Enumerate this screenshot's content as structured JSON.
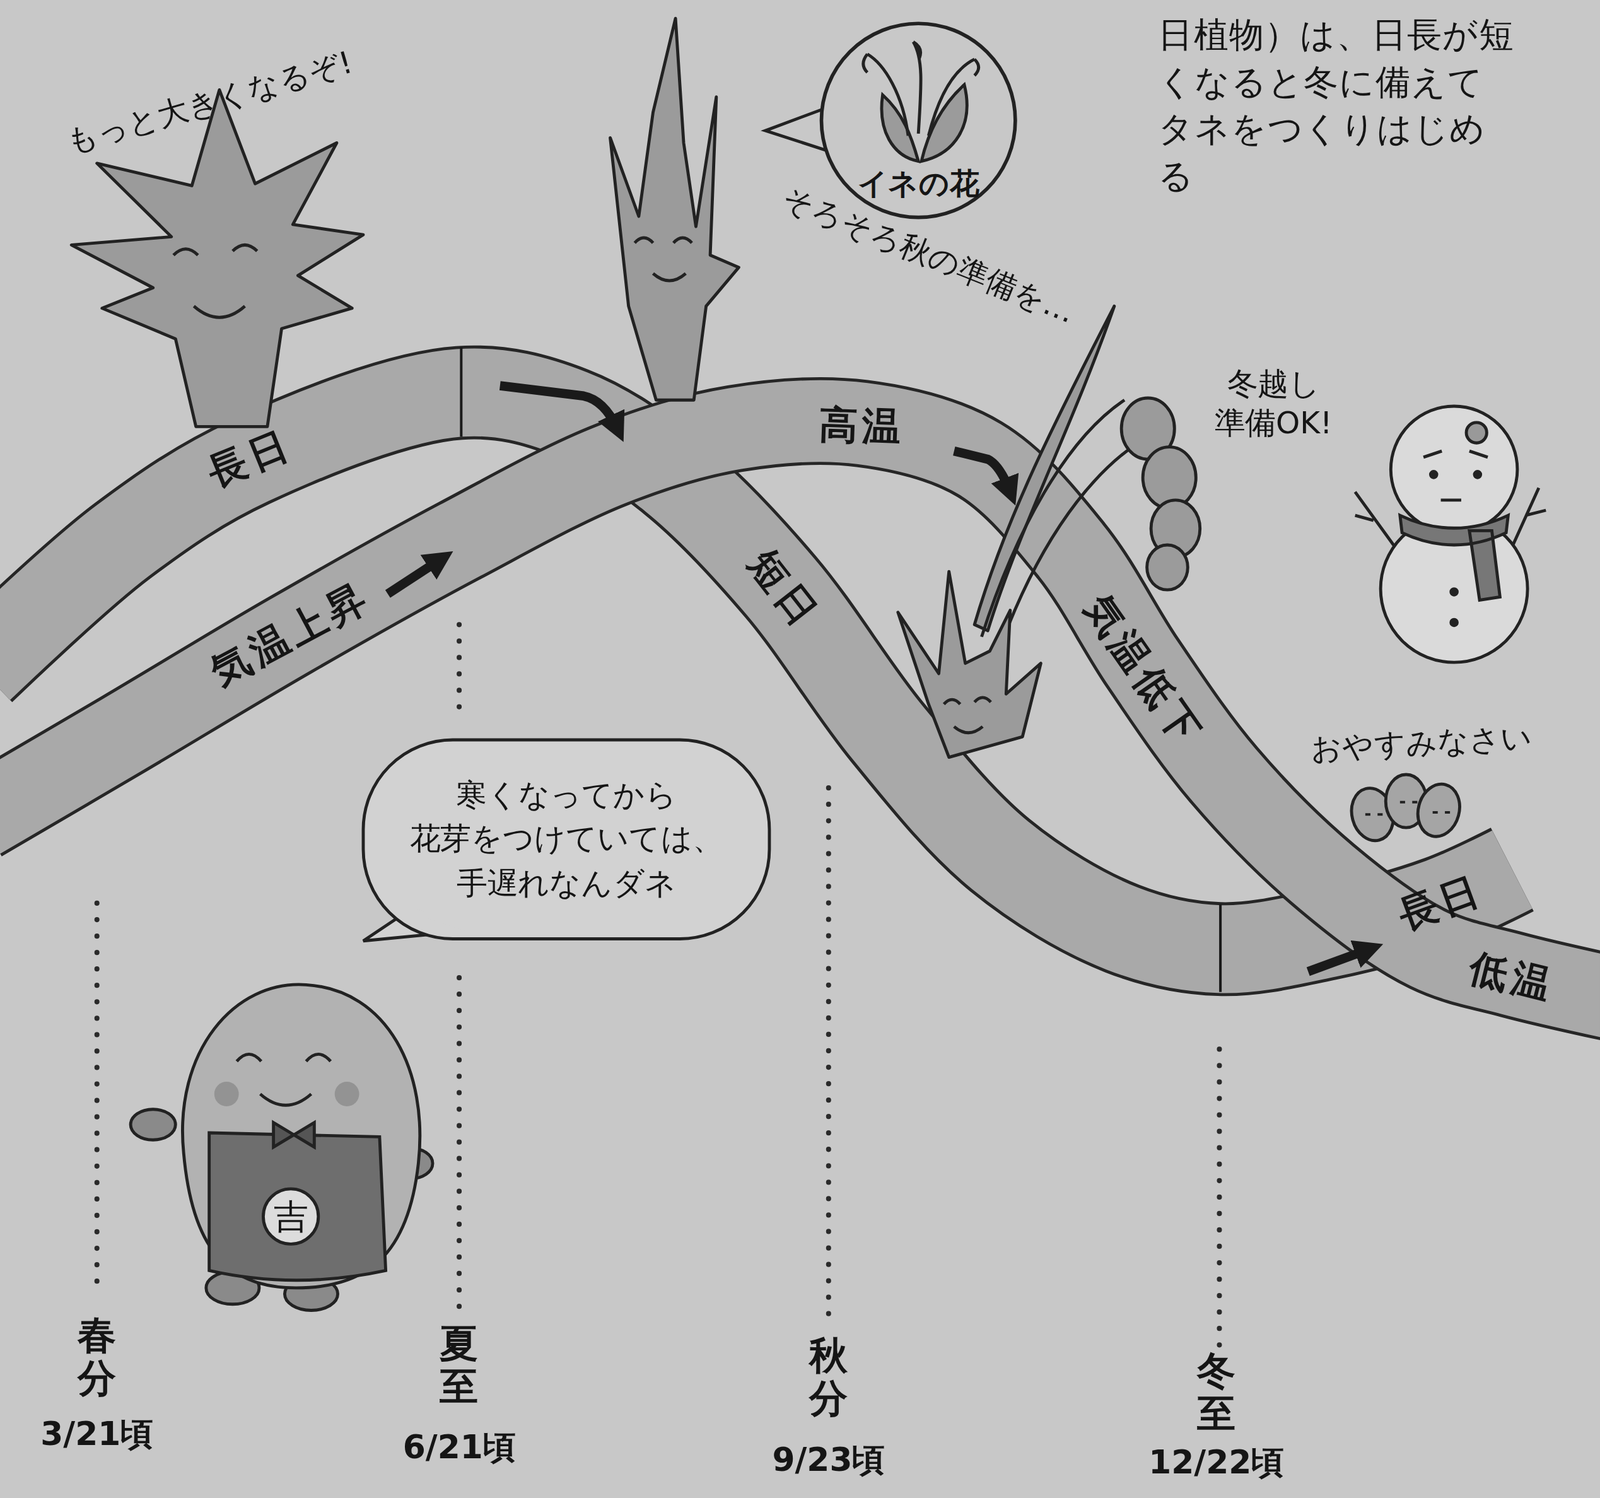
{
  "diagram": {
    "nodes": [
      {
        "text": [
          "長日",
          "短日",
          "長日"
        ]
      },
      {
        "text": [
          "気温上昇",
          "高温",
          "気温低下",
          "低温"
        ]
      },
      {
        "text": [
          "イネの花"
        ]
      },
      {
        "text": [
          "寒くなってから 花芽をつけていては、 手遅れなんダネ"
        ]
      },
      {
        "text": [
          "吉"
        ]
      }
    ],
    "labels": [
      "もっと大きくなるぞ!",
      "そろそろ秋の準備を…",
      "日植物）は、日長が短くなると冬に備えてタネをつくりはじめる",
      "冬越し 準備OK!",
      "おやすみなさい",
      "春分",
      "3/21頃",
      "夏至",
      "6/21頃",
      "秋分",
      "9/23頃",
      "冬至",
      "12/22頃"
    ]
  }
}
